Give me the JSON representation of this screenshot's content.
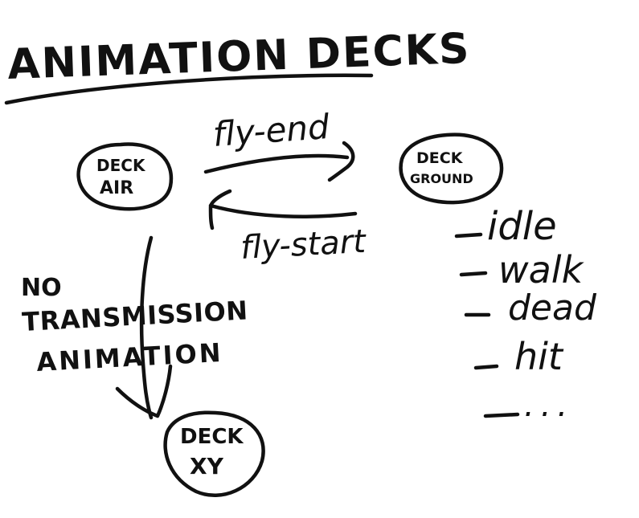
{
  "title": "ANIMATION DECKS",
  "nodes": {
    "deck_air": {
      "line1": "DECK",
      "line2": "AIR"
    },
    "deck_ground": {
      "line1": "DECK",
      "line2": "GROUND"
    },
    "deck_xy": {
      "line1": "DECK",
      "line2": "XY"
    }
  },
  "edges": {
    "fly_end": "fly-end",
    "fly_start": "fly-start"
  },
  "annotation": {
    "line1": "NO",
    "line2": "TRANSMISSION",
    "line3": "ANIMATION"
  },
  "ground_states": [
    "idle",
    "walk",
    "dead",
    "hit",
    "..."
  ],
  "colors": {
    "ink": "#111111",
    "background": "#ffffff"
  }
}
